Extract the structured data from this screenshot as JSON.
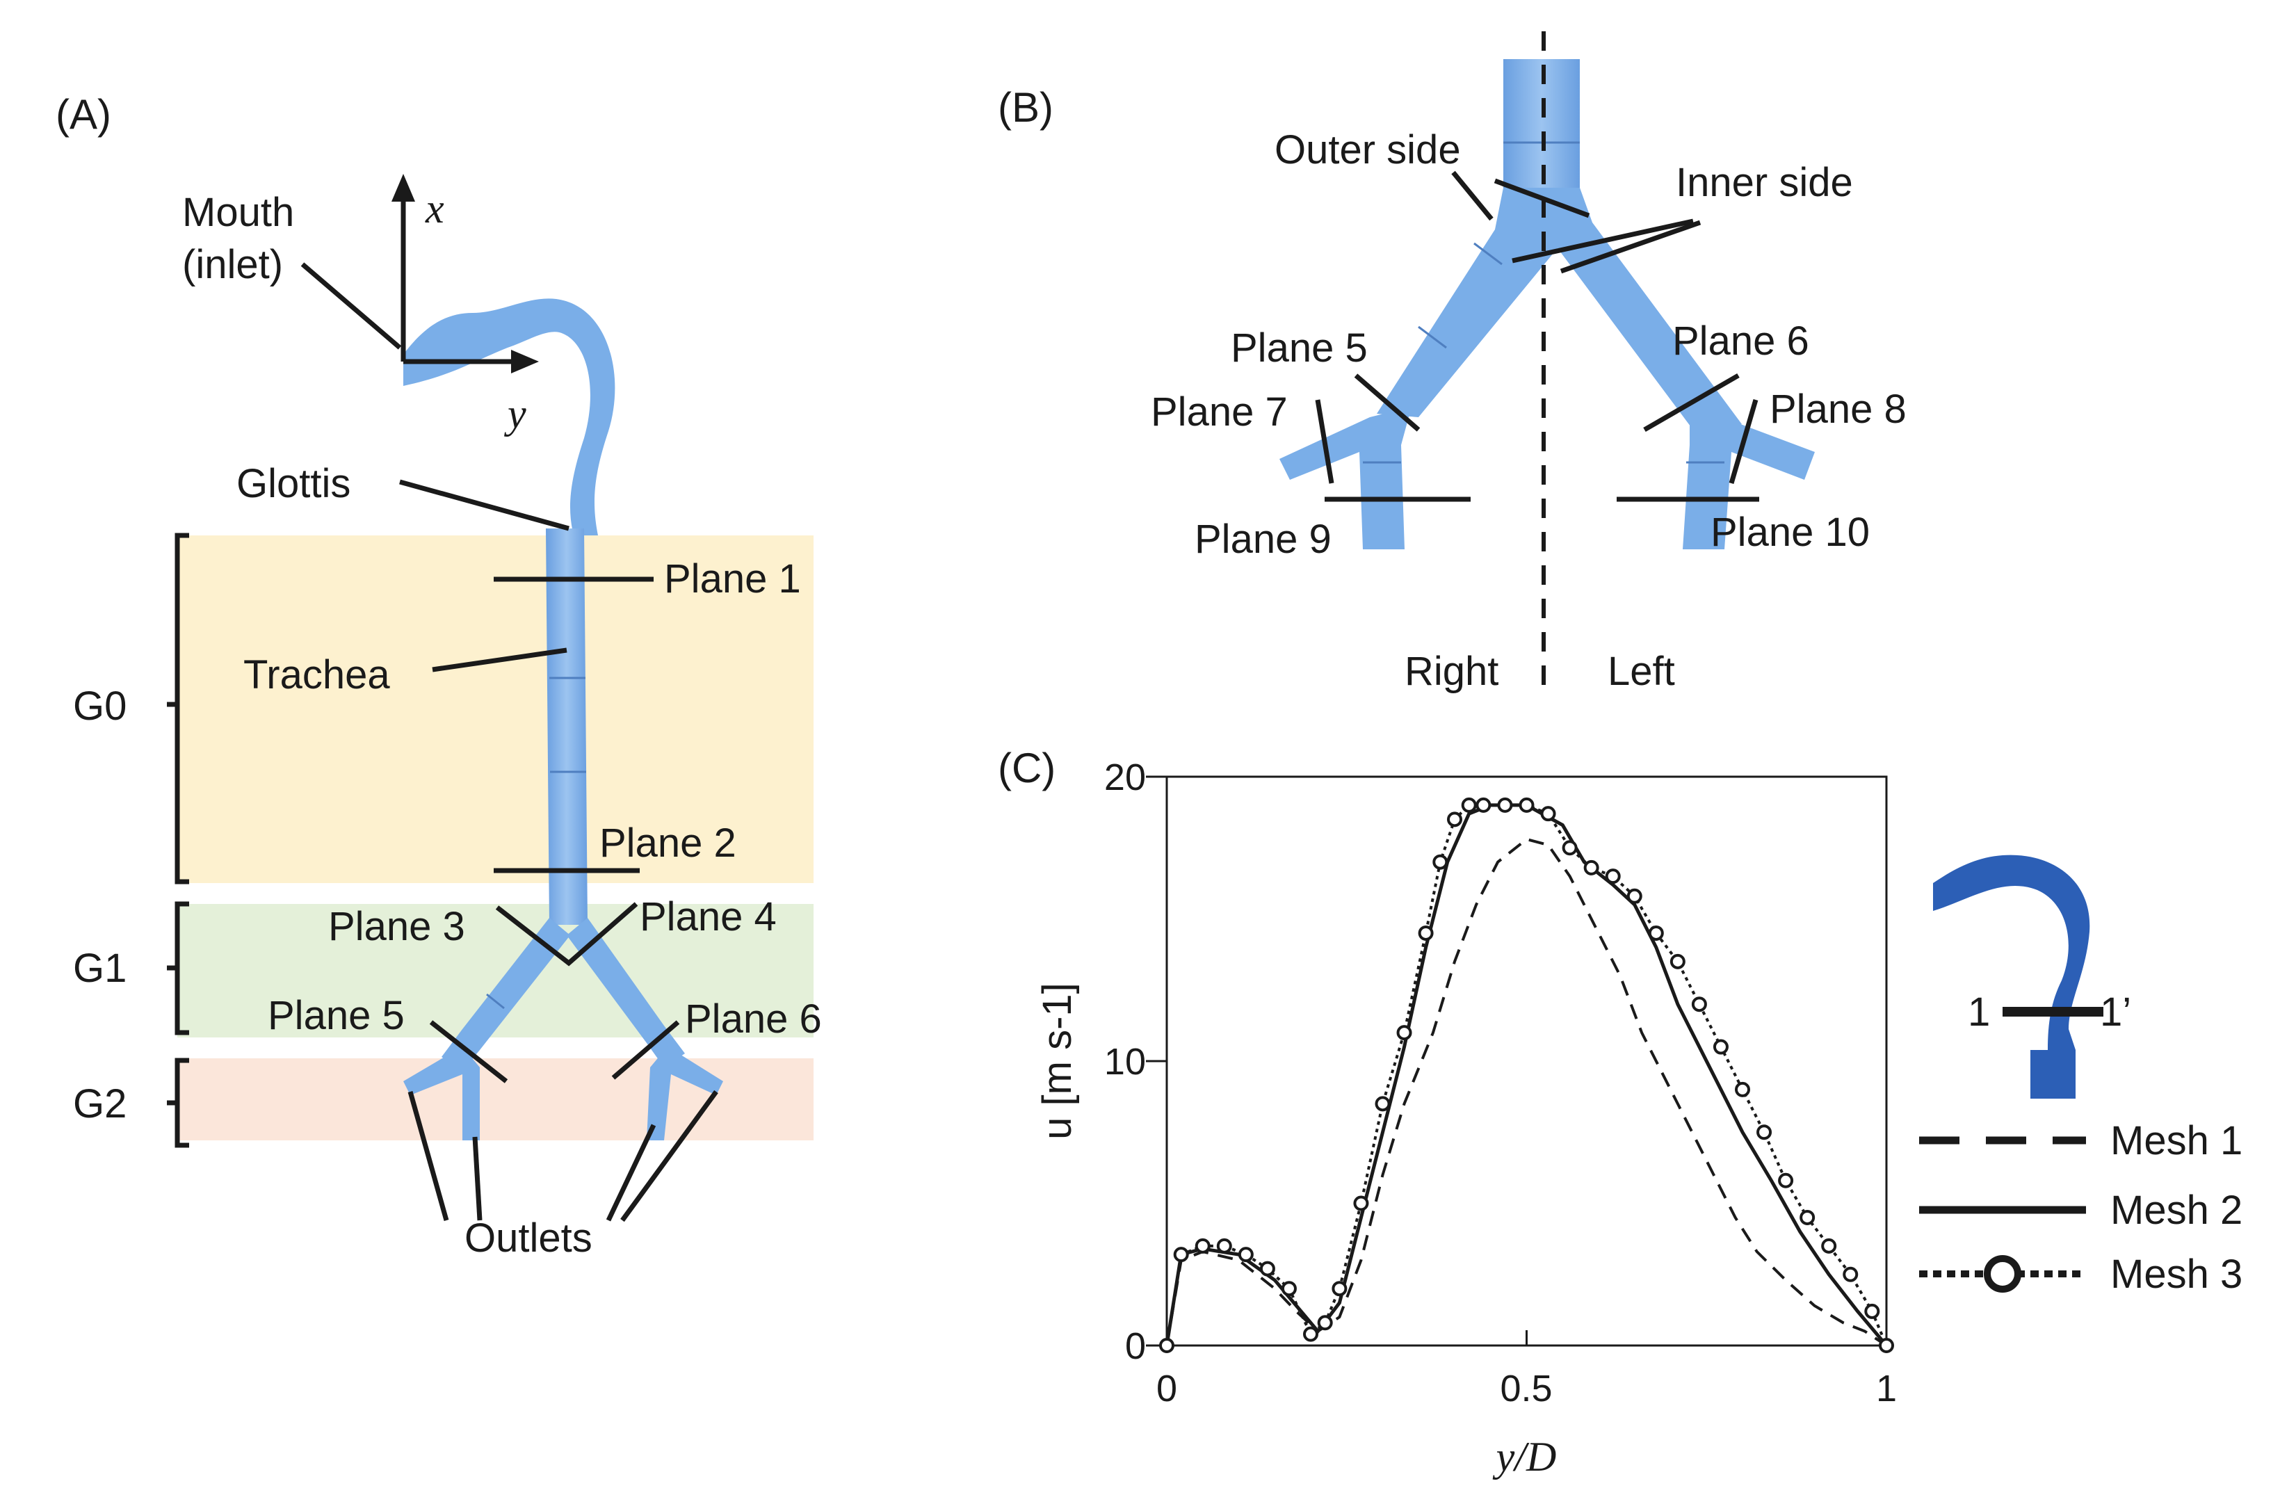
{
  "colors": {
    "airway": "#7aaee8",
    "airway_dark": "#5f93d6",
    "g0_band": "#fdf1cf",
    "g1_band": "#e4f0d9",
    "g2_band": "#fbe6da",
    "inset_icon": "#2c5fb6",
    "ink": "#1a1a1a"
  },
  "panel_a": {
    "tag": "(A)",
    "axis_x": "x",
    "axis_y": "y",
    "mouth_line1": "Mouth",
    "mouth_line2": "(inlet)",
    "glottis": "Glottis",
    "trachea": "Trachea",
    "outlets": "Outlets",
    "generations": [
      "G0",
      "G1",
      "G2"
    ],
    "planes": {
      "p1": "Plane 1",
      "p2": "Plane 2",
      "p3": "Plane 3",
      "p4": "Plane 4",
      "p5": "Plane 5",
      "p6": "Plane 6"
    }
  },
  "panel_b": {
    "tag": "(B)",
    "outer_side": "Outer side",
    "inner_side": "Inner side",
    "right": "Right",
    "left": "Left",
    "planes": {
      "p5": "Plane 5",
      "p6": "Plane 6",
      "p7": "Plane 7",
      "p8": "Plane 8",
      "p9": "Plane 9",
      "p10": "Plane 10"
    }
  },
  "panel_c": {
    "tag": "(C)",
    "legend": [
      "Mesh 1",
      "Mesh 2",
      "Mesh 3"
    ],
    "inset_left": "1",
    "inset_right": "1’"
  },
  "chart_data": {
    "type": "line",
    "xlabel": "y/D",
    "ylabel": "u [m s-1]",
    "xlim": [
      0,
      1
    ],
    "ylim": [
      0,
      20
    ],
    "xticks": [
      "0",
      "0.5",
      "1"
    ],
    "yticks": [
      "0",
      "10",
      "20"
    ],
    "legend_placement": "right, outside plot",
    "series": [
      {
        "name": "Mesh 1",
        "style": "dashed",
        "x": [
          0,
          0.02,
          0.05,
          0.1,
          0.15,
          0.18,
          0.21,
          0.24,
          0.27,
          0.3,
          0.33,
          0.37,
          0.4,
          0.43,
          0.46,
          0.5,
          0.53,
          0.56,
          0.6,
          0.63,
          0.66,
          0.7,
          0.73,
          0.76,
          0.79,
          0.82,
          0.86,
          0.9,
          0.94,
          0.97,
          1.0
        ],
        "y": [
          0,
          3.0,
          3.3,
          3.0,
          2.0,
          1.2,
          0.5,
          1.0,
          3.0,
          6.0,
          8.5,
          11.0,
          13.5,
          15.5,
          17.0,
          17.8,
          17.6,
          16.5,
          14.5,
          13.0,
          11.0,
          9.0,
          7.5,
          6.0,
          4.5,
          3.3,
          2.3,
          1.4,
          0.8,
          0.5,
          0
        ]
      },
      {
        "name": "Mesh 2",
        "style": "solid",
        "x": [
          0,
          0.02,
          0.05,
          0.1,
          0.15,
          0.18,
          0.21,
          0.24,
          0.27,
          0.3,
          0.33,
          0.36,
          0.39,
          0.42,
          0.45,
          0.5,
          0.55,
          0.58,
          0.62,
          0.65,
          0.68,
          0.71,
          0.74,
          0.77,
          0.8,
          0.84,
          0.88,
          0.92,
          0.96,
          1.0
        ],
        "y": [
          0,
          3.2,
          3.4,
          3.2,
          2.3,
          1.4,
          0.5,
          1.5,
          4.5,
          7.5,
          10.5,
          14.0,
          17.0,
          18.7,
          19.0,
          19.0,
          18.3,
          17.0,
          16.2,
          15.5,
          14.0,
          12.0,
          10.5,
          9.0,
          7.5,
          5.8,
          4.0,
          2.5,
          1.2,
          0
        ]
      },
      {
        "name": "Mesh 3",
        "style": "dotted-circle",
        "x": [
          0,
          0.02,
          0.05,
          0.08,
          0.11,
          0.14,
          0.17,
          0.2,
          0.22,
          0.24,
          0.27,
          0.3,
          0.33,
          0.36,
          0.38,
          0.4,
          0.42,
          0.44,
          0.47,
          0.5,
          0.53,
          0.56,
          0.59,
          0.62,
          0.65,
          0.68,
          0.71,
          0.74,
          0.77,
          0.8,
          0.83,
          0.86,
          0.89,
          0.92,
          0.95,
          0.98,
          1.0
        ],
        "y": [
          0,
          3.2,
          3.5,
          3.5,
          3.2,
          2.7,
          2.0,
          0.4,
          0.8,
          2.0,
          5.0,
          8.5,
          11.0,
          14.5,
          17.0,
          18.5,
          19.0,
          19.0,
          19.0,
          19.0,
          18.7,
          17.5,
          16.8,
          16.5,
          15.8,
          14.5,
          13.5,
          12.0,
          10.5,
          9.0,
          7.5,
          5.8,
          4.5,
          3.5,
          2.5,
          1.2,
          0
        ]
      }
    ]
  }
}
